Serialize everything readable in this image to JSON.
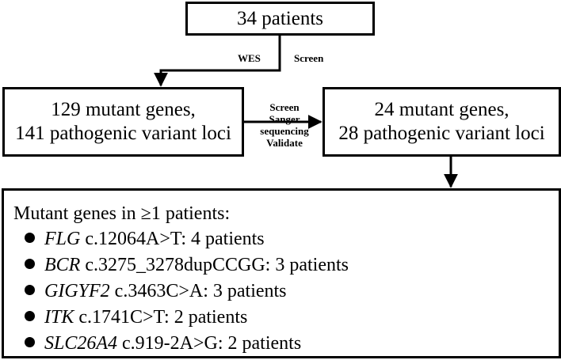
{
  "nodes": {
    "top": "34 patients",
    "left": [
      "129 mutant genes,",
      "141 pathogenic variant loci"
    ],
    "right": [
      "24 mutant genes,",
      "28 pathogenic variant loci"
    ]
  },
  "edges": {
    "top_to_left": {
      "label_a": "WES",
      "label_b": "Screen"
    },
    "left_to_right": {
      "lines": [
        "Screen",
        "Sanger",
        "sequencing",
        "Validate"
      ]
    }
  },
  "bottom": {
    "title": "Mutant genes in ≥1 patients:",
    "items": [
      {
        "gene": "FLG",
        "detail": " c.12064A>T: 4 patients"
      },
      {
        "gene": "BCR",
        "detail": " c.3275_3278dupCCGG: 3 patients"
      },
      {
        "gene": "GIGYF2",
        "detail": " c.3463C>A: 3 patients"
      },
      {
        "gene": "ITK",
        "detail": " c.1741C>T: 2 patients"
      },
      {
        "gene": "SLC26A4",
        "detail": " c.919-2A>G: 2 patients"
      }
    ]
  }
}
